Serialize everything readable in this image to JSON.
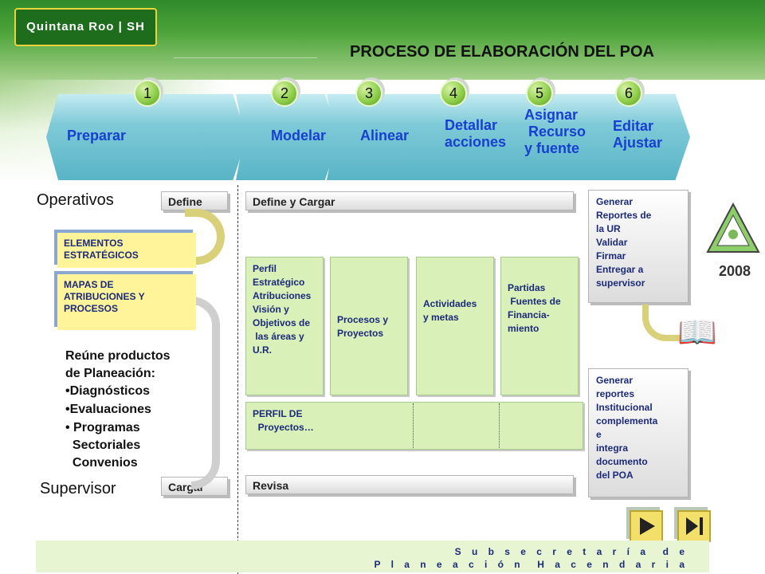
{
  "header": {
    "logo_text": "Quintana Roo | SH",
    "title": "PROCESO DE ELABORACIÓN DEL POA"
  },
  "steps": [
    {
      "num": "1",
      "label": "Preparar"
    },
    {
      "num": "2",
      "label": "Modelar"
    },
    {
      "num": "3",
      "label": "Alinear"
    },
    {
      "num": "4",
      "label": "Detallar\nacciones"
    },
    {
      "num": "5",
      "label": "Asignar\n Recurso\ny fuente"
    },
    {
      "num": "6",
      "label": "Editar\nAjustar"
    }
  ],
  "roles": {
    "operativos": "Operativos",
    "supervisor": "Supervisor"
  },
  "buttons": {
    "define": "Define",
    "cargar": "Cargar",
    "define_y_cargar": "Define y Cargar",
    "revisa": "Revisa"
  },
  "yellow_boxes": {
    "elementos": "ELEMENTOS\nESTRATÉGICOS",
    "mapas": "MAPAS DE\nATRIBUCIONES Y\nPROCESOS"
  },
  "products": {
    "heading": "Reúne productos\nde Planeación:",
    "items": [
      "•Diagnósticos",
      "•Evaluaciones",
      "• Programas\n  Sectoriales\n  Convenios"
    ]
  },
  "columns": [
    "Perfil\nEstratégico\nAtribuciones\nVisión y\nObjetivos de\n las áreas y\nU.R.",
    "Procesos y\nProyectos",
    "Actividades\ny metas",
    "Partidas\n Fuentes de\nFinancia-\nmiento"
  ],
  "perfil_row": "PERFIL DE\n  Proyectos…",
  "right_boxes": {
    "top": "Generar\nReportes de\nla UR\nValidar\nFirmar\nEntregar a\nsupervisor",
    "bottom": "Generar\nreportes\nInstitucional\ncomplementa\ne\nintegra\ndocumento\ndel POA"
  },
  "badge_year": "2008",
  "footer": "S u b s e c r e t a r í a  d e\nP l a n e a c i ó n  H a c e n d a r i a",
  "colors": {
    "step_blue": "#1740d0",
    "box_text": "#1b2a7a",
    "arrow": "#58b4c6",
    "green_box": "#d9f0b8",
    "yellow_box": "#fff49a"
  }
}
